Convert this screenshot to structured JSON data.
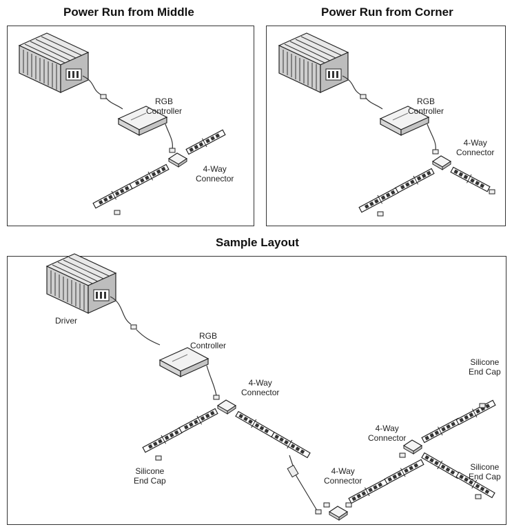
{
  "titles": {
    "middle": "Power Run from Middle",
    "corner": "Power Run from Corner",
    "sample": "Sample Layout"
  },
  "middle": {
    "controller": [
      "RGB",
      "Controller"
    ],
    "connector": [
      "4-Way",
      "Connector"
    ]
  },
  "corner": {
    "controller": [
      "RGB",
      "Controller"
    ],
    "connector": [
      "4-Way",
      "Connector"
    ]
  },
  "sample": {
    "driver": "Driver",
    "controller": [
      "RGB",
      "Controller"
    ],
    "connector_top": [
      "4-Way",
      "Connector"
    ],
    "connector_right": [
      "4-Way",
      "Connector"
    ],
    "connector_bottom": [
      "4-Way",
      "Connector"
    ],
    "endcap_left": [
      "Silicone",
      "End Cap"
    ],
    "endcap_top_right": [
      "Silicone",
      "End Cap"
    ],
    "endcap_bottom_right": [
      "Silicone",
      "End Cap"
    ]
  }
}
